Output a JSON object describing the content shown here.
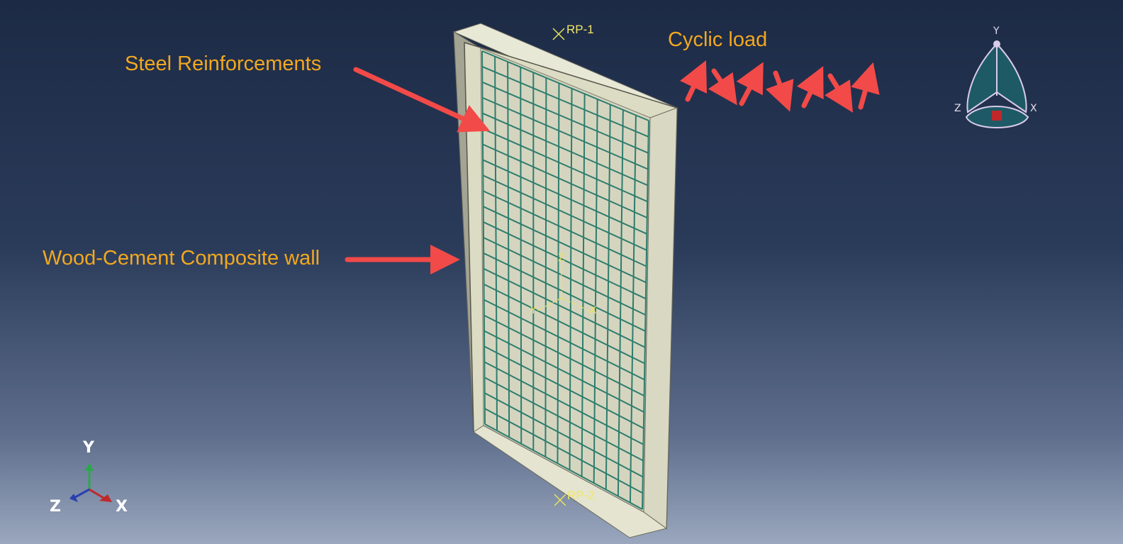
{
  "annotations": {
    "steel_reinforcements": "Steel Reinforcements",
    "composite_wall": "Wood-Cement Composite wall",
    "cyclic_load": "Cyclic load"
  },
  "reference_points": {
    "rp1": "RP-1",
    "rp2": "RP-2"
  },
  "global_triad": {
    "y": "Y",
    "z": "Z",
    "x": "X"
  },
  "view_cube": {
    "y": "Y",
    "z": "Z",
    "x": "X"
  },
  "local_csys": {
    "z": "Z",
    "y": "Y",
    "x": "X"
  },
  "colors": {
    "annotation_text": "#f2a81f",
    "arrow": "#f24a48",
    "wall_face": "#dcdcc5",
    "wall_side": "#a4a494",
    "rebar": "#2e7d6e",
    "view_cube": "#1e5a66"
  }
}
